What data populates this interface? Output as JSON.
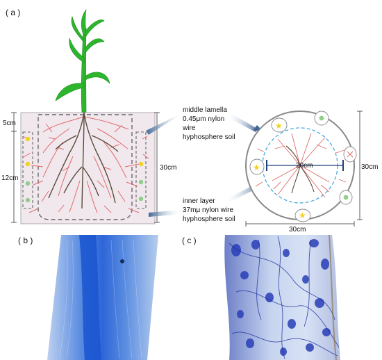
{
  "panels": {
    "a": "( a )",
    "b": "( b )",
    "c": "( c )"
  },
  "left_box": {
    "dim_5cm": "5cm",
    "dim_12cm": "12cm",
    "dim_30cm": "30cm"
  },
  "annotations": {
    "middle": [
      "middle lamella",
      "0.45μm nylon",
      "wire",
      "hyphosphere soil"
    ],
    "inner": [
      "inner layer",
      "37mμ nylon wire",
      "hyphosphere soil"
    ]
  },
  "circle_view": {
    "dim_20cm": "20cm",
    "dim_30cm_right": "30cm",
    "dim_30cm_bottom": "30cm"
  },
  "colors": {
    "stem": "#2db52d",
    "fine_roots": "#e06a6a",
    "main_roots": "#5a4a3a",
    "pot_fill": "#f1e8ee",
    "dashed_line": "#666666",
    "inner_circle": "#4aa8e0",
    "yellow_marker": "#f4d21c",
    "green_marker": "#8fcf8a",
    "arrow": "#4b6f9c",
    "micro_blue": "#2a5cc8"
  }
}
